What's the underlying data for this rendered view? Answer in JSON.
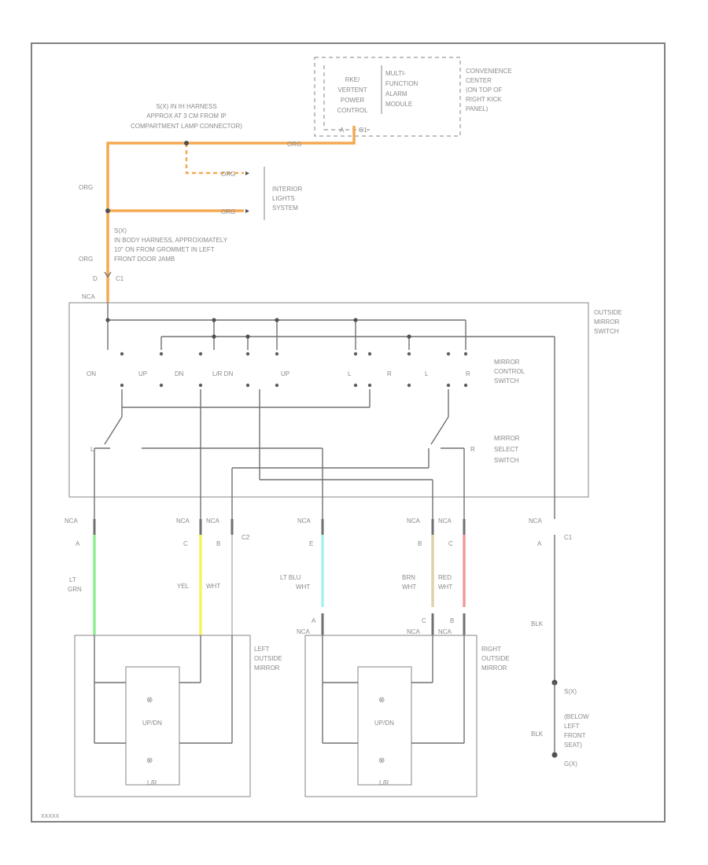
{
  "module": {
    "lines": [
      "RKE/",
      "VERTENT",
      "POWER",
      "CONTROL"
    ],
    "pins": [
      "A",
      "G1"
    ],
    "func_lines": [
      "MULTI-",
      "FUNCTION",
      "ALARM",
      "MODULE"
    ],
    "location_lines": [
      "CONVENIENCE",
      "CENTER",
      "(ON TOP OF",
      "RIGHT KICK",
      "PANEL)"
    ]
  },
  "splice_top": {
    "lines": [
      "S(X) IN IH HARNESS",
      "APPROX AT 3 CM FROM IP",
      "COMPARTMENT LAMP CONNECTOR)"
    ]
  },
  "wires": {
    "org": "ORG",
    "org2": "ORG",
    "org3": "ORG",
    "org4": "ORG",
    "org5": "ORG",
    "org_left": "ORG"
  },
  "interior_lights": [
    "INTERIOR",
    "LIGHTS",
    "SYSTEM"
  ],
  "splice_mid": {
    "id": "S(X)",
    "lines": [
      "IN BODY HARNESS, APPROXIMATELY",
      "10\" ON FROM GROMMET IN LEFT",
      "FRONT DOOR JAMB"
    ]
  },
  "c1_top": {
    "pin": "D",
    "conn": "C1",
    "nca": "NCA"
  },
  "switch_box": {
    "title": [
      "OUTSIDE",
      "MIRROR",
      "SWITCH"
    ],
    "control": [
      "MIRROR",
      "CONTROL",
      "SWITCH"
    ],
    "select": [
      "MIRROR",
      "SELECT",
      "SWITCH"
    ],
    "labels": [
      "ON",
      "UP",
      "DN",
      "L/R DN",
      "UP",
      "L",
      "R",
      "L",
      "R"
    ],
    "l_mark": "L",
    "r_mark": "R"
  },
  "connectors": {
    "nca": "NCA",
    "c2": "C2",
    "c1": "C1",
    "pins": [
      "A",
      "C",
      "B",
      "E",
      "B",
      "C",
      "A"
    ]
  },
  "wire_colors": {
    "lt_grn": [
      "LT",
      "GRN"
    ],
    "yel": "YEL",
    "wht": "WHT",
    "lt_blu": [
      "LT BLU",
      "WHT"
    ],
    "brn": [
      "BRN",
      "WHT"
    ],
    "red": [
      "RED",
      "WHT"
    ],
    "blk": "BLK",
    "blk2": "BLK"
  },
  "mirror_pins": {
    "left_top": "A",
    "mid": "C",
    "right": "B",
    "nca": "NCA"
  },
  "left_mirror": {
    "title": [
      "LEFT",
      "OUTSIDE",
      "MIRROR"
    ],
    "updn": "UP/DN",
    "lr": "L/R"
  },
  "right_mirror": {
    "title": [
      "RIGHT",
      "OUTSIDE",
      "MIRROR"
    ],
    "updn": "UP/DN",
    "lr": "L/R"
  },
  "ground": {
    "splice": "S(X)",
    "lines": [
      "(BELOW",
      "LEFT",
      "FRONT",
      "SEAT)",
      "G(X)"
    ]
  },
  "footer_id": "XXXXX",
  "colors": {
    "org": "#f5a852",
    "lt_grn": "#8ff08f",
    "yel": "#f5f55a",
    "lt_blu": "#a8f0f0",
    "brn": "#e0d2a8",
    "red": "#f29a9a"
  }
}
